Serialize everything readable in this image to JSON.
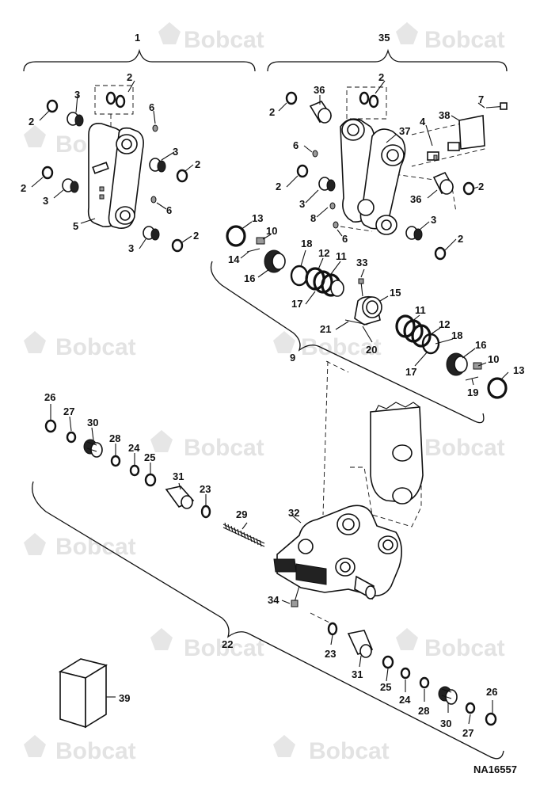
{
  "watermark": {
    "brand": "Bobcat"
  },
  "drawing_number": "NA16557",
  "callouts": {
    "c1": "1",
    "c35": "35",
    "c9": "9",
    "c22": "22",
    "c39": "39",
    "g2a": "2",
    "g2b": "2",
    "g2c": "2",
    "g2d": "2",
    "g2e": "2",
    "g3a": "3",
    "g3b": "3",
    "g3c": "3",
    "g3d": "3",
    "g5": "5",
    "g6a": "6",
    "g6b": "6",
    "h2a": "2",
    "h2b": "2",
    "h2c": "2",
    "h2d": "2",
    "h2e": "2",
    "h36a": "36",
    "h36b": "36",
    "h37": "37",
    "h38": "38",
    "h7": "7",
    "h4": "4",
    "h6a": "6",
    "h6b": "6",
    "h3a": "3",
    "h3b": "3",
    "h8": "8",
    "p13a": "13",
    "p10a": "10",
    "p14": "14",
    "p16a": "16",
    "p18a": "18",
    "p12a": "12",
    "p11a": "11",
    "p17a": "17",
    "p33": "33",
    "p15": "15",
    "p21": "21",
    "p20": "20",
    "p11b": "11",
    "p12b": "12",
    "p18b": "18",
    "p16b": "16",
    "p10b": "10",
    "p13b": "13",
    "p17b": "17",
    "p19": "19",
    "q26a": "26",
    "q27a": "27",
    "q30a": "30",
    "q28a": "28",
    "q24a": "24",
    "q25a": "25",
    "q31a": "31",
    "q23a": "23",
    "q29": "29",
    "q32": "32",
    "q34": "34",
    "q23b": "23",
    "q31b": "31",
    "q25b": "25",
    "q24b": "24",
    "q28b": "28",
    "q30b": "30",
    "q27b": "27",
    "q26b": "26"
  }
}
